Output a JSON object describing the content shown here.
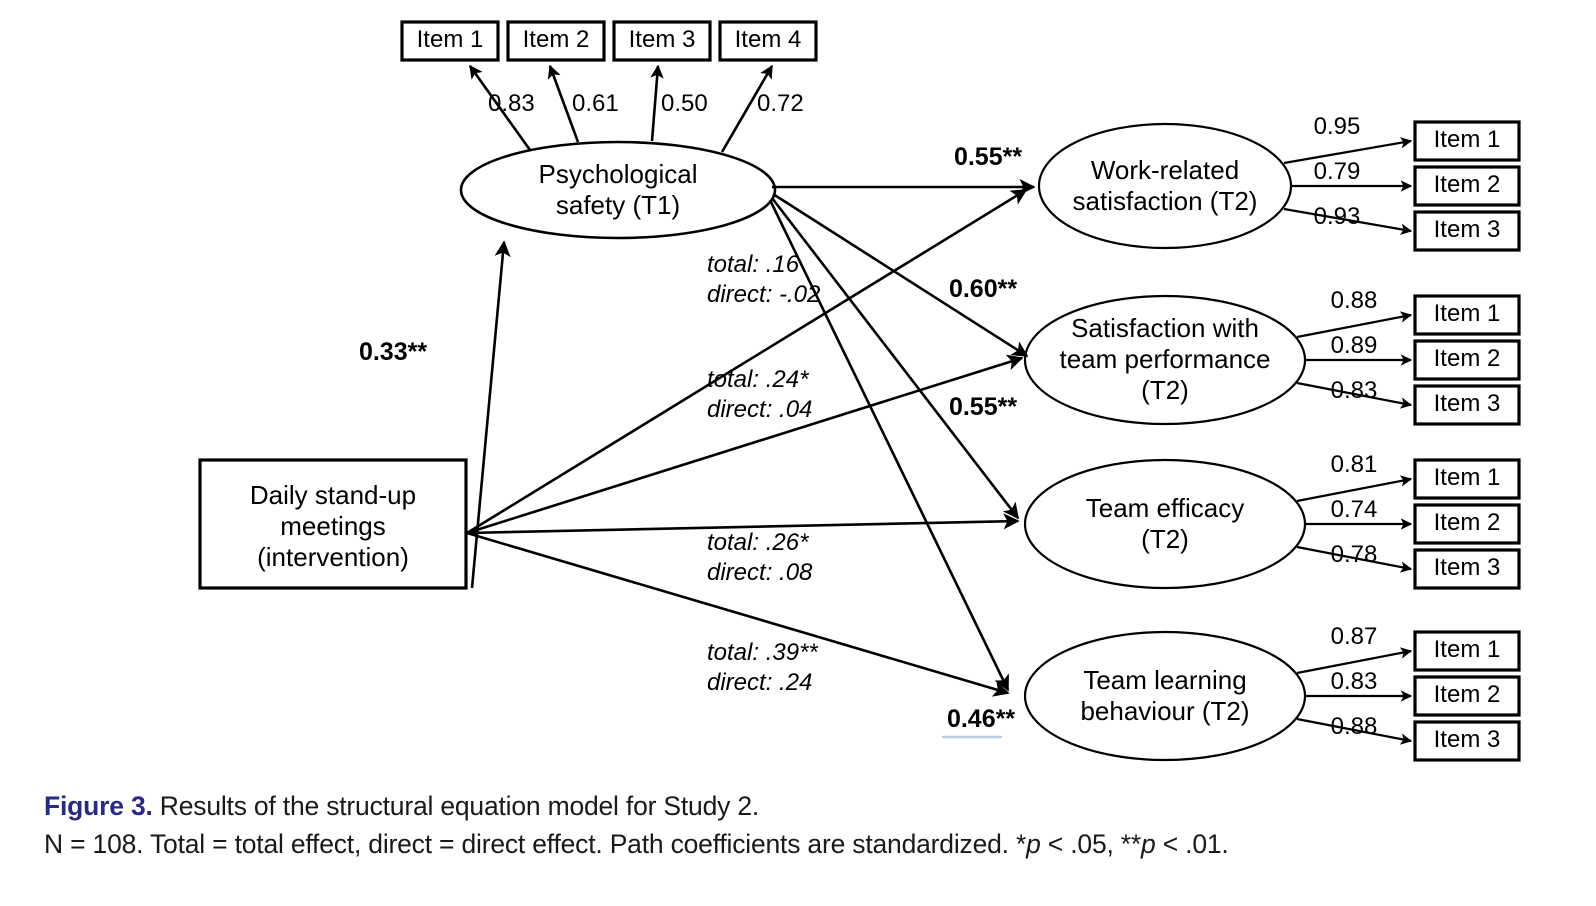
{
  "figure": {
    "type": "structural-equation-model",
    "caption_figure_label": "Figure 3.",
    "caption_title": "Results of the structural equation model for Study 2.",
    "caption_note_pre": "N = 108. Total = total effect, direct = direct effect. Path coefficients are standardized. *",
    "caption_note_p1": "p",
    "caption_note_mid": " < .05, **",
    "caption_note_p2": "p",
    "caption_note_post": " < .01.",
    "accent_color": "#2a2a86"
  },
  "nodes": {
    "intervention": {
      "line1": "Daily stand-up",
      "line2": "meetings",
      "line3": "(intervention)"
    },
    "psych_safety": {
      "line1": "Psychological",
      "line2": "safety (T1)"
    },
    "work_satisfaction": {
      "line1": "Work-related",
      "line2": "satisfaction (T2)"
    },
    "team_performance": {
      "line1": "Satisfaction with",
      "line2": "team performance",
      "line3": "(T2)"
    },
    "team_efficacy": {
      "line1": "Team efficacy",
      "line2": "(T2)"
    },
    "team_learning": {
      "line1": "Team learning",
      "line2": "behaviour (T2)"
    }
  },
  "indicators": {
    "psych_safety_items": [
      "Item 1",
      "Item 2",
      "Item 3",
      "Item 4"
    ],
    "work_satisfaction_items": [
      "Item 1",
      "Item 2",
      "Item 3"
    ],
    "team_performance_items": [
      "Item 1",
      "Item 2",
      "Item 3"
    ],
    "team_efficacy_items": [
      "Item 1",
      "Item 2",
      "Item 3"
    ],
    "team_learning_items": [
      "Item 1",
      "Item 2",
      "Item 3"
    ]
  },
  "loadings": {
    "psych_safety": [
      "0.83",
      "0.61",
      "0.50",
      "0.72"
    ],
    "work_satisfaction": [
      "0.95",
      "0.79",
      "0.93"
    ],
    "team_performance": [
      "0.88",
      "0.89",
      "0.83"
    ],
    "team_efficacy": [
      "0.81",
      "0.74",
      "0.78"
    ],
    "team_learning": [
      "0.87",
      "0.83",
      "0.88"
    ]
  },
  "structural_paths": {
    "intervention_to_psych_safety": "0.33**",
    "psych_safety_to_work_satisfaction": "0.55**",
    "psych_safety_to_team_performance": "0.60**",
    "psych_safety_to_team_efficacy": "0.55**",
    "psych_safety_to_team_learning": "0.46**"
  },
  "mediation_effects": [
    {
      "total": "total: .16",
      "direct": "direct: -.02"
    },
    {
      "total": "total: .24*",
      "direct": "direct: .04"
    },
    {
      "total": "total: .26*",
      "direct": "direct: .08"
    },
    {
      "total": "total: .39**",
      "direct": "direct: .24"
    }
  ],
  "chart_data": {
    "type": "diagram",
    "title": "Results of the structural equation model for Study 2",
    "latent_variables": [
      "Psychological safety (T1)",
      "Work-related satisfaction (T2)",
      "Satisfaction with team performance (T2)",
      "Team efficacy (T2)",
      "Team learning behaviour (T2)"
    ],
    "observed_variables": [
      "Daily stand-up meetings (intervention)"
    ],
    "measurement_model": [
      {
        "latent": "Psychological safety (T1)",
        "indicators": [
          "Item 1",
          "Item 2",
          "Item 3",
          "Item 4"
        ],
        "loadings": [
          0.83,
          0.61,
          0.5,
          0.72
        ]
      },
      {
        "latent": "Work-related satisfaction (T2)",
        "indicators": [
          "Item 1",
          "Item 2",
          "Item 3"
        ],
        "loadings": [
          0.95,
          0.79,
          0.93
        ]
      },
      {
        "latent": "Satisfaction with team performance (T2)",
        "indicators": [
          "Item 1",
          "Item 2",
          "Item 3"
        ],
        "loadings": [
          0.88,
          0.89,
          0.83
        ]
      },
      {
        "latent": "Team efficacy (T2)",
        "indicators": [
          "Item 1",
          "Item 2",
          "Item 3"
        ],
        "loadings": [
          0.81,
          0.74,
          0.78
        ]
      },
      {
        "latent": "Team learning behaviour (T2)",
        "indicators": [
          "Item 1",
          "Item 2",
          "Item 3"
        ],
        "loadings": [
          0.87,
          0.83,
          0.88
        ]
      }
    ],
    "structural_model": [
      {
        "from": "Daily stand-up meetings (intervention)",
        "to": "Psychological safety (T1)",
        "coefficient": 0.33,
        "significance": "**"
      },
      {
        "from": "Psychological safety (T1)",
        "to": "Work-related satisfaction (T2)",
        "coefficient": 0.55,
        "significance": "**"
      },
      {
        "from": "Psychological safety (T1)",
        "to": "Satisfaction with team performance (T2)",
        "coefficient": 0.6,
        "significance": "**"
      },
      {
        "from": "Psychological safety (T1)",
        "to": "Team efficacy (T2)",
        "coefficient": 0.55,
        "significance": "**"
      },
      {
        "from": "Psychological safety (T1)",
        "to": "Team learning behaviour (T2)",
        "coefficient": 0.46,
        "significance": "**"
      },
      {
        "from": "Daily stand-up meetings (intervention)",
        "to": "Work-related satisfaction (T2)",
        "total": 0.16,
        "direct": -0.02
      },
      {
        "from": "Daily stand-up meetings (intervention)",
        "to": "Satisfaction with team performance (T2)",
        "total": 0.24,
        "direct": 0.04,
        "total_significance": "*"
      },
      {
        "from": "Daily stand-up meetings (intervention)",
        "to": "Team efficacy (T2)",
        "total": 0.26,
        "direct": 0.08,
        "total_significance": "*"
      },
      {
        "from": "Daily stand-up meetings (intervention)",
        "to": "Team learning behaviour (T2)",
        "total": 0.39,
        "direct": 0.24,
        "total_significance": "**"
      }
    ],
    "sample_size": 108,
    "notes": "Path coefficients are standardized. *p < .05, **p < .01."
  }
}
